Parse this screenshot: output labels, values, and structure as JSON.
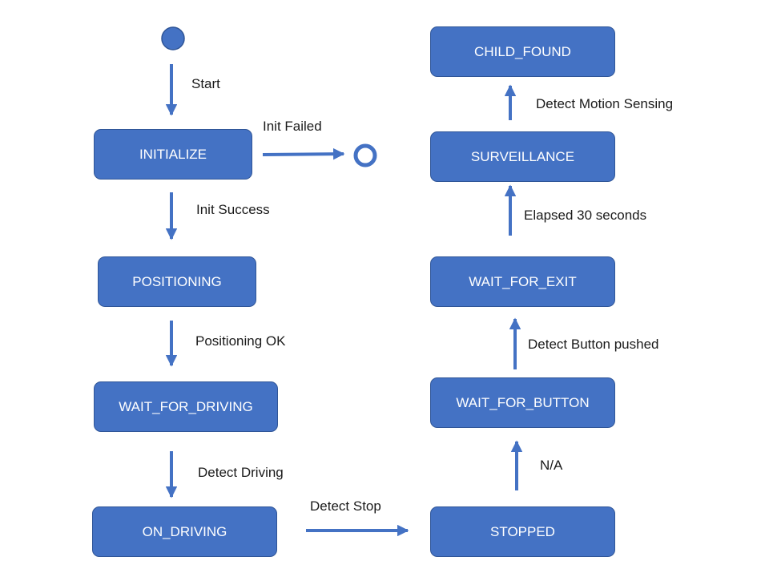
{
  "states": {
    "initialize": "INITIALIZE",
    "positioning": "POSITIONING",
    "wait_for_driving": "WAIT_FOR_DRIVING",
    "on_driving": "ON_DRIVING",
    "stopped": "STOPPED",
    "wait_for_button": "WAIT_FOR_BUTTON",
    "wait_for_exit": "WAIT_FOR_EXIT",
    "surveillance": "SURVEILLANCE",
    "child_found": "CHILD_FOUND"
  },
  "transitions": {
    "start": "Start",
    "init_failed": "Init Failed",
    "init_success": "Init Success",
    "positioning_ok": "Positioning OK",
    "detect_driving": "Detect Driving",
    "detect_stop": "Detect Stop",
    "na": "N/A",
    "detect_button_pushed": "Detect Button pushed",
    "elapsed_30_seconds": "Elapsed 30 seconds",
    "detect_motion_sensing": "Detect Motion Sensing"
  },
  "colors": {
    "state_fill": "#4472c4",
    "state_border": "#2f5597",
    "arrow": "#4472c4",
    "text": "#1a1a1a"
  }
}
